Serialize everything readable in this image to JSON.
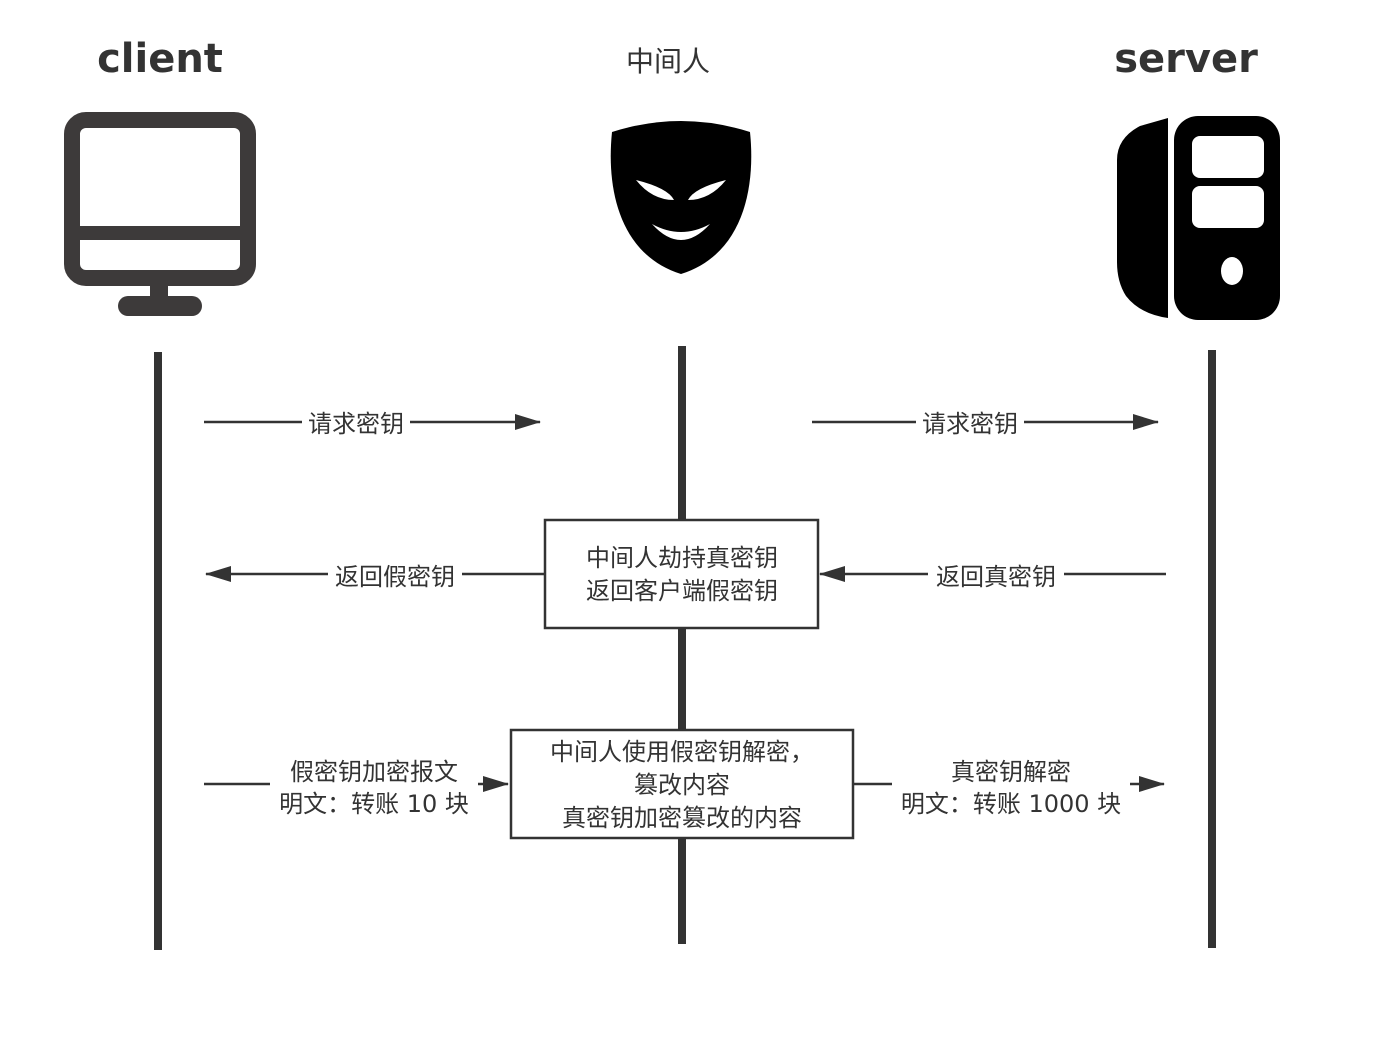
{
  "actors": {
    "client": "client",
    "mitm": "中间人",
    "server": "server"
  },
  "messages": {
    "m1_left": "请求密钥",
    "m1_right": "请求密钥",
    "m2_left": "返回假密钥",
    "m2_right": "返回真密钥",
    "box1": [
      "中间人劫持真密钥",
      "返回客户端假密钥"
    ],
    "m3_left": [
      "假密钥加密报文",
      "明文：转账 10 块"
    ],
    "box2": [
      "中间人使用假密钥解密，",
      "篡改内容",
      "真密钥加密篡改的内容"
    ],
    "m3_right": [
      "真密钥解密",
      "明文：转账 1000 块"
    ]
  },
  "icons": {
    "client": "monitor-icon",
    "mitm": "villain-mask-icon",
    "server": "server-tower-icon"
  },
  "colors": {
    "lifeline": "#333333",
    "monitor": "#3d3a3a",
    "text": "#333333"
  }
}
